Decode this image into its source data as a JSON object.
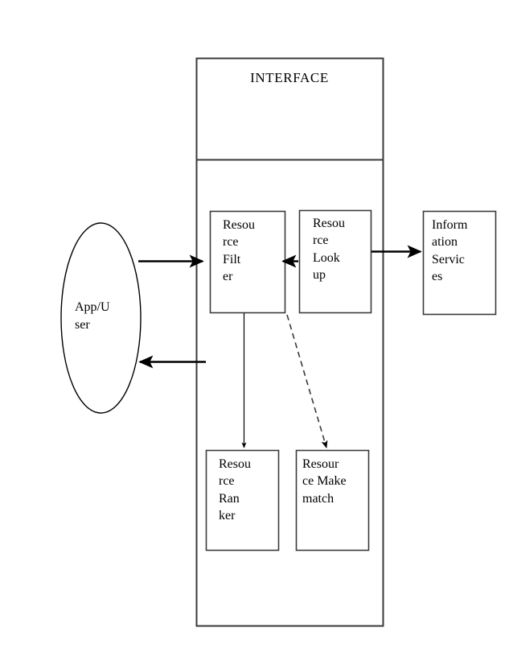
{
  "diagram": {
    "type": "architecture-block-diagram",
    "background_color": "#ffffff",
    "stroke_color": "#000000",
    "container": {
      "title": "INTERFACE"
    },
    "actor": {
      "label": "App/U\nser",
      "full_text": "App/User",
      "shape": "ellipse"
    },
    "nodes": [
      {
        "id": "resource-filter",
        "label": "Resou\nrce\nFilt\ner",
        "full_text": "Resource Filter"
      },
      {
        "id": "resource-lookup",
        "label": "Resou\nrce\nLook\nup",
        "full_text": "Resource Lookup"
      },
      {
        "id": "information-services",
        "label": "Inform\nation\nServic\nes",
        "full_text": "Information Services"
      },
      {
        "id": "resource-ranker",
        "label": "Resou\nrce\nRan\nker",
        "full_text": "Resource Ranker"
      },
      {
        "id": "resource-makematch",
        "label": "Resour\nce Make\nmatch",
        "full_text": "Resource Makematch"
      }
    ],
    "edges": [
      {
        "id": "user-to-interface",
        "from": "App/User",
        "to": "Resource Filter",
        "style": "solid",
        "direction": "right"
      },
      {
        "id": "interface-to-user",
        "from": "Resource Filter",
        "to": "App/User",
        "style": "solid",
        "direction": "left"
      },
      {
        "id": "lookup-to-filter",
        "from": "Resource Lookup",
        "to": "Resource Filter",
        "style": "solid",
        "direction": "left"
      },
      {
        "id": "lookup-to-infoservices",
        "from": "Resource Lookup",
        "to": "Information Services",
        "style": "solid",
        "direction": "right"
      },
      {
        "id": "filter-to-ranker",
        "from": "Resource Filter",
        "to": "Resource Ranker",
        "style": "solid",
        "direction": "down"
      },
      {
        "id": "filter-to-makematch",
        "from": "Resource Filter",
        "to": "Resource Makematch",
        "style": "dashed",
        "direction": "down-right"
      }
    ]
  }
}
